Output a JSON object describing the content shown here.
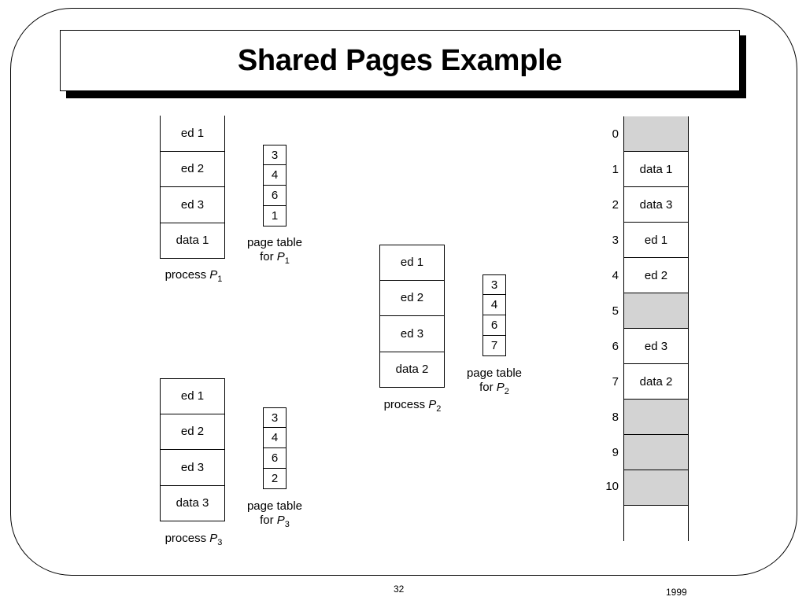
{
  "slide": {
    "title": "Shared Pages Example",
    "page_number": "32",
    "year": "1999"
  },
  "p1": {
    "pages": [
      "ed 1",
      "ed 2",
      "ed 3",
      "data 1"
    ],
    "label": "process",
    "var": "P",
    "sub": "1",
    "page_table": [
      "3",
      "4",
      "6",
      "1"
    ],
    "pt_label": "page table",
    "pt_for": "for"
  },
  "p2": {
    "pages": [
      "ed 1",
      "ed 2",
      "ed 3",
      "data 2"
    ],
    "label": "process",
    "var": "P",
    "sub": "2",
    "page_table": [
      "3",
      "4",
      "6",
      "7"
    ],
    "pt_label": "page table",
    "pt_for": "for"
  },
  "p3": {
    "pages": [
      "ed 1",
      "ed 2",
      "ed 3",
      "data 3"
    ],
    "label": "process",
    "var": "P",
    "sub": "3",
    "page_table": [
      "3",
      "4",
      "6",
      "2"
    ],
    "pt_label": "page table",
    "pt_for": "for"
  },
  "memory": {
    "frames": [
      {
        "num": "0",
        "content": ""
      },
      {
        "num": "1",
        "content": "data 1"
      },
      {
        "num": "2",
        "content": "data 3"
      },
      {
        "num": "3",
        "content": "ed 1"
      },
      {
        "num": "4",
        "content": "ed 2"
      },
      {
        "num": "5",
        "content": ""
      },
      {
        "num": "6",
        "content": "ed 3"
      },
      {
        "num": "7",
        "content": "data 2"
      },
      {
        "num": "8",
        "content": ""
      },
      {
        "num": "9",
        "content": ""
      },
      {
        "num": "10",
        "content": ""
      }
    ]
  }
}
